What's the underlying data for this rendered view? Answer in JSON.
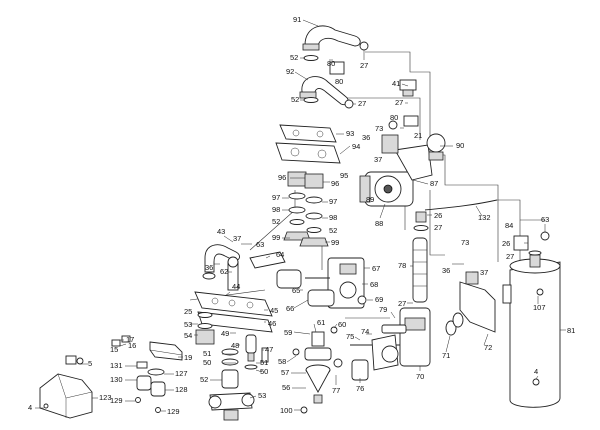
{
  "diagram": {
    "callouts": [
      {
        "id": "c91a",
        "label": "91"
      },
      {
        "id": "c52a",
        "label": "52"
      },
      {
        "id": "c80a",
        "label": "80"
      },
      {
        "id": "c27a",
        "label": "27"
      },
      {
        "id": "c92",
        "label": "92"
      },
      {
        "id": "c80b",
        "label": "80"
      },
      {
        "id": "c52b",
        "label": "52"
      },
      {
        "id": "c27b",
        "label": "27"
      },
      {
        "id": "c41",
        "label": "41"
      },
      {
        "id": "c27c",
        "label": "27"
      },
      {
        "id": "c80c",
        "label": "80"
      },
      {
        "id": "c73a",
        "label": "73"
      },
      {
        "id": "c36a",
        "label": "36"
      },
      {
        "id": "c21",
        "label": "21"
      },
      {
        "id": "c90",
        "label": "90"
      },
      {
        "id": "c93",
        "label": "93"
      },
      {
        "id": "c94",
        "label": "94"
      },
      {
        "id": "c37a",
        "label": "37"
      },
      {
        "id": "c95",
        "label": "95"
      },
      {
        "id": "c96a",
        "label": "96"
      },
      {
        "id": "c96b",
        "label": "96"
      },
      {
        "id": "c87",
        "label": "87"
      },
      {
        "id": "c89",
        "label": "89"
      },
      {
        "id": "c97a",
        "label": "97"
      },
      {
        "id": "c97b",
        "label": "97"
      },
      {
        "id": "c98a",
        "label": "98"
      },
      {
        "id": "c98b",
        "label": "98"
      },
      {
        "id": "c52c",
        "label": "52"
      },
      {
        "id": "c52d",
        "label": "52"
      },
      {
        "id": "c99a",
        "label": "99"
      },
      {
        "id": "c99b",
        "label": "99"
      },
      {
        "id": "c88",
        "label": "88"
      },
      {
        "id": "c26a",
        "label": "26"
      },
      {
        "id": "c27d",
        "label": "27"
      },
      {
        "id": "c132",
        "label": "132"
      },
      {
        "id": "c84",
        "label": "84"
      },
      {
        "id": "c63a",
        "label": "63"
      },
      {
        "id": "c26b",
        "label": "26"
      },
      {
        "id": "c27e",
        "label": "27"
      },
      {
        "id": "c43",
        "label": "43"
      },
      {
        "id": "c37b",
        "label": "37"
      },
      {
        "id": "c63b",
        "label": "63"
      },
      {
        "id": "c64",
        "label": "64"
      },
      {
        "id": "c36b",
        "label": "36"
      },
      {
        "id": "c62",
        "label": "62"
      },
      {
        "id": "c67",
        "label": "67"
      },
      {
        "id": "c68",
        "label": "68"
      },
      {
        "id": "c65",
        "label": "65"
      },
      {
        "id": "c78",
        "label": "78"
      },
      {
        "id": "c73b",
        "label": "73"
      },
      {
        "id": "c36c",
        "label": "36"
      },
      {
        "id": "c37c",
        "label": "37"
      },
      {
        "id": "c44",
        "label": "44"
      },
      {
        "id": "c45",
        "label": "45"
      },
      {
        "id": "c46",
        "label": "46"
      },
      {
        "id": "c25",
        "label": "25"
      },
      {
        "id": "c53a",
        "label": "53"
      },
      {
        "id": "c66",
        "label": "66"
      },
      {
        "id": "c69",
        "label": "69"
      },
      {
        "id": "c27f",
        "label": "27"
      },
      {
        "id": "c79",
        "label": "79"
      },
      {
        "id": "c107",
        "label": "107"
      },
      {
        "id": "c81",
        "label": "81"
      },
      {
        "id": "c54",
        "label": "54"
      },
      {
        "id": "c49",
        "label": "49"
      },
      {
        "id": "c59",
        "label": "59"
      },
      {
        "id": "c61",
        "label": "61"
      },
      {
        "id": "c60",
        "label": "60"
      },
      {
        "id": "c74",
        "label": "74"
      },
      {
        "id": "c17",
        "label": "17"
      },
      {
        "id": "c16",
        "label": "16"
      },
      {
        "id": "c15",
        "label": "15"
      },
      {
        "id": "c48",
        "label": "48"
      },
      {
        "id": "c47",
        "label": "47"
      },
      {
        "id": "c19",
        "label": "19"
      },
      {
        "id": "c75",
        "label": "75"
      },
      {
        "id": "c71",
        "label": "71"
      },
      {
        "id": "c72",
        "label": "72"
      },
      {
        "id": "c51a",
        "label": "51"
      },
      {
        "id": "c50a",
        "label": "50"
      },
      {
        "id": "c51b",
        "label": "51"
      },
      {
        "id": "c50b",
        "label": "50"
      },
      {
        "id": "c58",
        "label": "58"
      },
      {
        "id": "c5",
        "label": "5"
      },
      {
        "id": "c57",
        "label": "57"
      },
      {
        "id": "c77",
        "label": "77"
      },
      {
        "id": "c76",
        "label": "76"
      },
      {
        "id": "c70",
        "label": "70"
      },
      {
        "id": "c131",
        "label": "131"
      },
      {
        "id": "c127",
        "label": "127"
      },
      {
        "id": "c130",
        "label": "130"
      },
      {
        "id": "c128",
        "label": "128"
      },
      {
        "id": "c52e",
        "label": "52"
      },
      {
        "id": "c56",
        "label": "56"
      },
      {
        "id": "c53b",
        "label": "53"
      },
      {
        "id": "c4a",
        "label": "4"
      },
      {
        "id": "c123",
        "label": "123"
      },
      {
        "id": "c129a",
        "label": "129"
      },
      {
        "id": "c129b",
        "label": "129"
      },
      {
        "id": "c100",
        "label": "100"
      },
      {
        "id": "c4b",
        "label": "4"
      }
    ]
  }
}
